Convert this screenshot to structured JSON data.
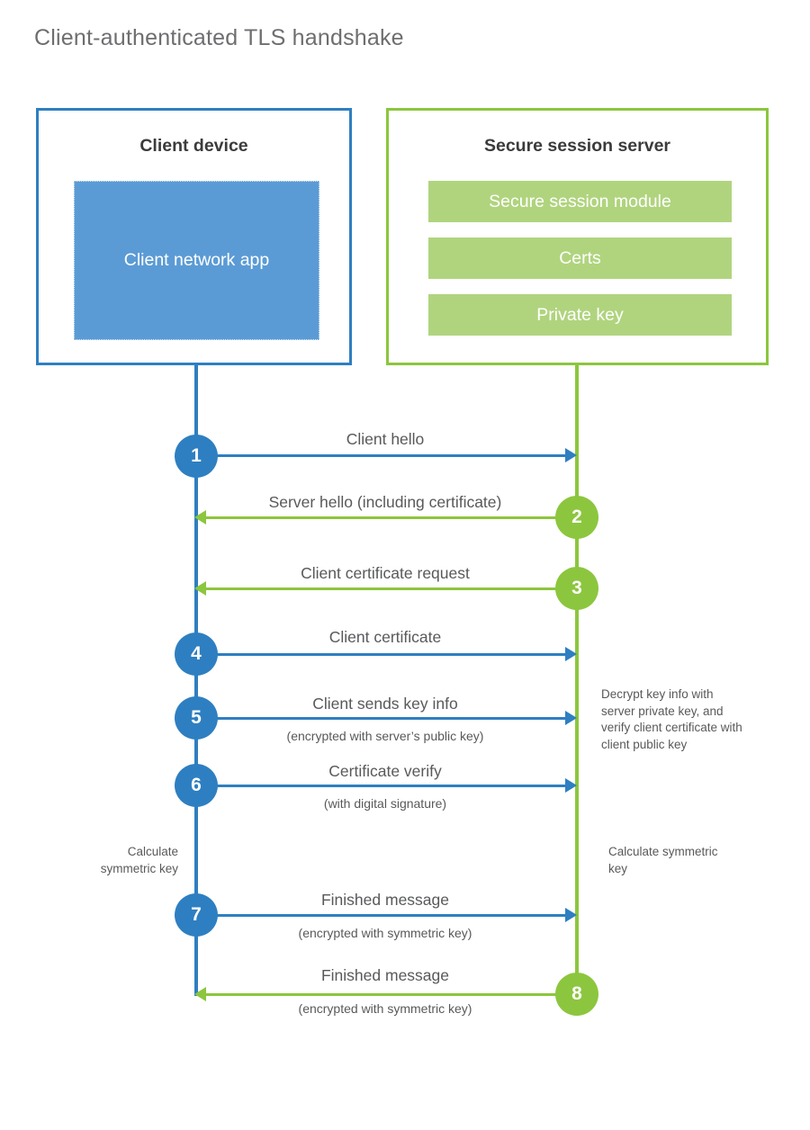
{
  "page": {
    "title": "Client-authenticated TLS handshake",
    "background": "#ffffff"
  },
  "colors": {
    "client_accent": "#2e7fc1",
    "client_app_fill": "#5b9bd5",
    "server_accent": "#8cc63e",
    "server_bar_fill": "#b0d47e",
    "text": "#58595b",
    "heading": "#3b3b3d"
  },
  "client": {
    "title": "Client device",
    "app_label": "Client network app"
  },
  "server": {
    "title": "Secure session server",
    "components": [
      {
        "label": "Secure session module"
      },
      {
        "label": "Certs"
      },
      {
        "label": "Private key"
      }
    ]
  },
  "notes": {
    "server_decrypt": "Decrypt key info with server private key, and verify client certificate with client public key",
    "client_calculate": "Calculate symmetric key",
    "server_calculate": "Calculate symmetric key"
  },
  "steps": [
    {
      "number": "1",
      "label": "Client hello",
      "sublabel": "",
      "direction": "client-to-server",
      "origin": "client"
    },
    {
      "number": "2",
      "label": "Server hello (including certificate)",
      "sublabel": "",
      "direction": "server-to-client",
      "origin": "server"
    },
    {
      "number": "3",
      "label": "Client certificate request",
      "sublabel": "",
      "direction": "server-to-client",
      "origin": "server"
    },
    {
      "number": "4",
      "label": "Client certificate",
      "sublabel": "",
      "direction": "client-to-server",
      "origin": "client"
    },
    {
      "number": "5",
      "label": "Client sends key info",
      "sublabel": "(encrypted with server’s public key)",
      "direction": "client-to-server",
      "origin": "client"
    },
    {
      "number": "6",
      "label": "Certificate verify",
      "sublabel": "(with digital signature)",
      "direction": "client-to-server",
      "origin": "client"
    },
    {
      "number": "7",
      "label": "Finished message",
      "sublabel": "(encrypted with symmetric key)",
      "direction": "client-to-server",
      "origin": "client"
    },
    {
      "number": "8",
      "label": "Finished message",
      "sublabel": "(encrypted with symmetric key)",
      "direction": "server-to-client",
      "origin": "server"
    }
  ]
}
